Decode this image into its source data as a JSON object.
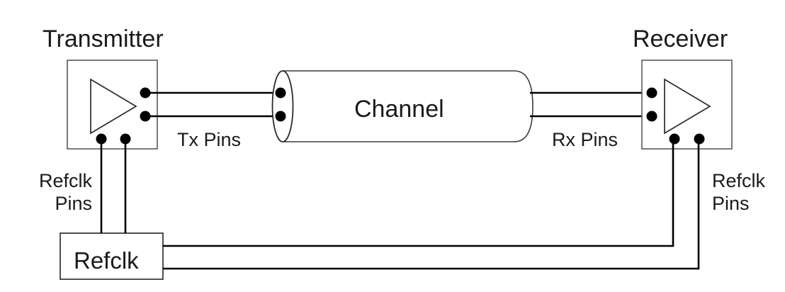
{
  "diagram": {
    "title_transmitter": "Transmitter",
    "title_receiver": "Receiver",
    "channel_label": "Channel",
    "refclk_box_label": "Refclk",
    "tx_pins_label": "Tx Pins",
    "rx_pins_label": "Rx Pins",
    "refclk_pins_left_line1": "Refclk",
    "refclk_pins_left_line2": "Pins",
    "refclk_pins_right_line1": "Refclk",
    "refclk_pins_right_line2": "Pins",
    "colors": {
      "background": "#ffffff",
      "wire": "#000000",
      "block_border": "#5a5a5a",
      "refclk_border": "#3c3c3c",
      "text": "#1a1a1a",
      "pin_dot": "#000000"
    }
  }
}
